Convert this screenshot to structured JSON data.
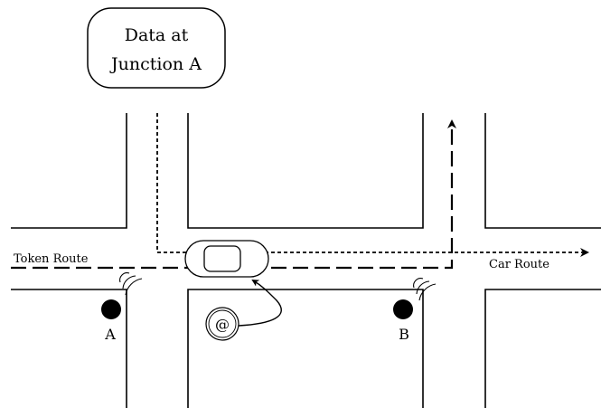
{
  "data_box": {
    "line1": "Data at",
    "line2": "Junction A"
  },
  "routes": {
    "token_route": "Token Route",
    "car_route": "Car Route"
  },
  "junctions": {
    "a_label": "A",
    "b_label": "B"
  },
  "at_symbol": "@"
}
